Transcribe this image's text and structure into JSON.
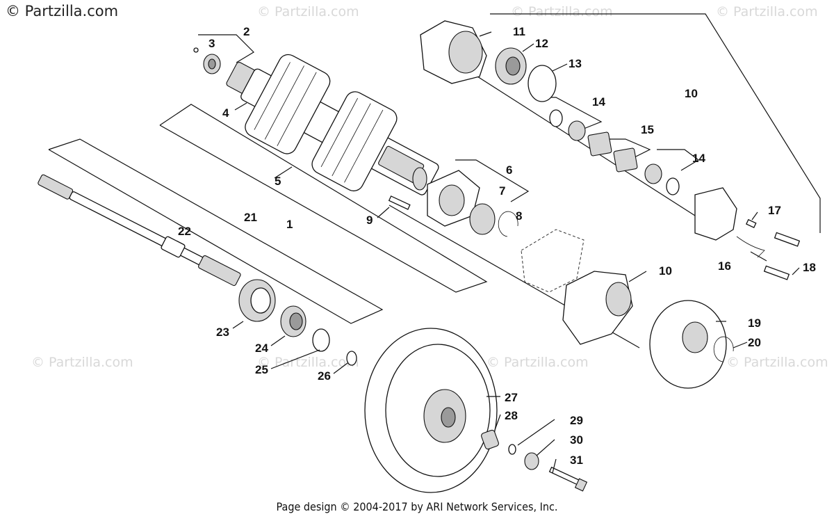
{
  "watermark": {
    "primary": "© Partzilla.com",
    "faint": "© Partzilla.com"
  },
  "footer": {
    "text": "Page design © 2004-2017 by ARI Network Services, Inc."
  },
  "callouts": [
    "1",
    "2",
    "3",
    "4",
    "5",
    "6",
    "7",
    "8",
    "9",
    "10",
    "11",
    "12",
    "13",
    "14",
    "15",
    "16",
    "17",
    "18",
    "19",
    "20",
    "21",
    "22",
    "23",
    "24",
    "25",
    "26",
    "27",
    "28",
    "29",
    "30",
    "31"
  ]
}
